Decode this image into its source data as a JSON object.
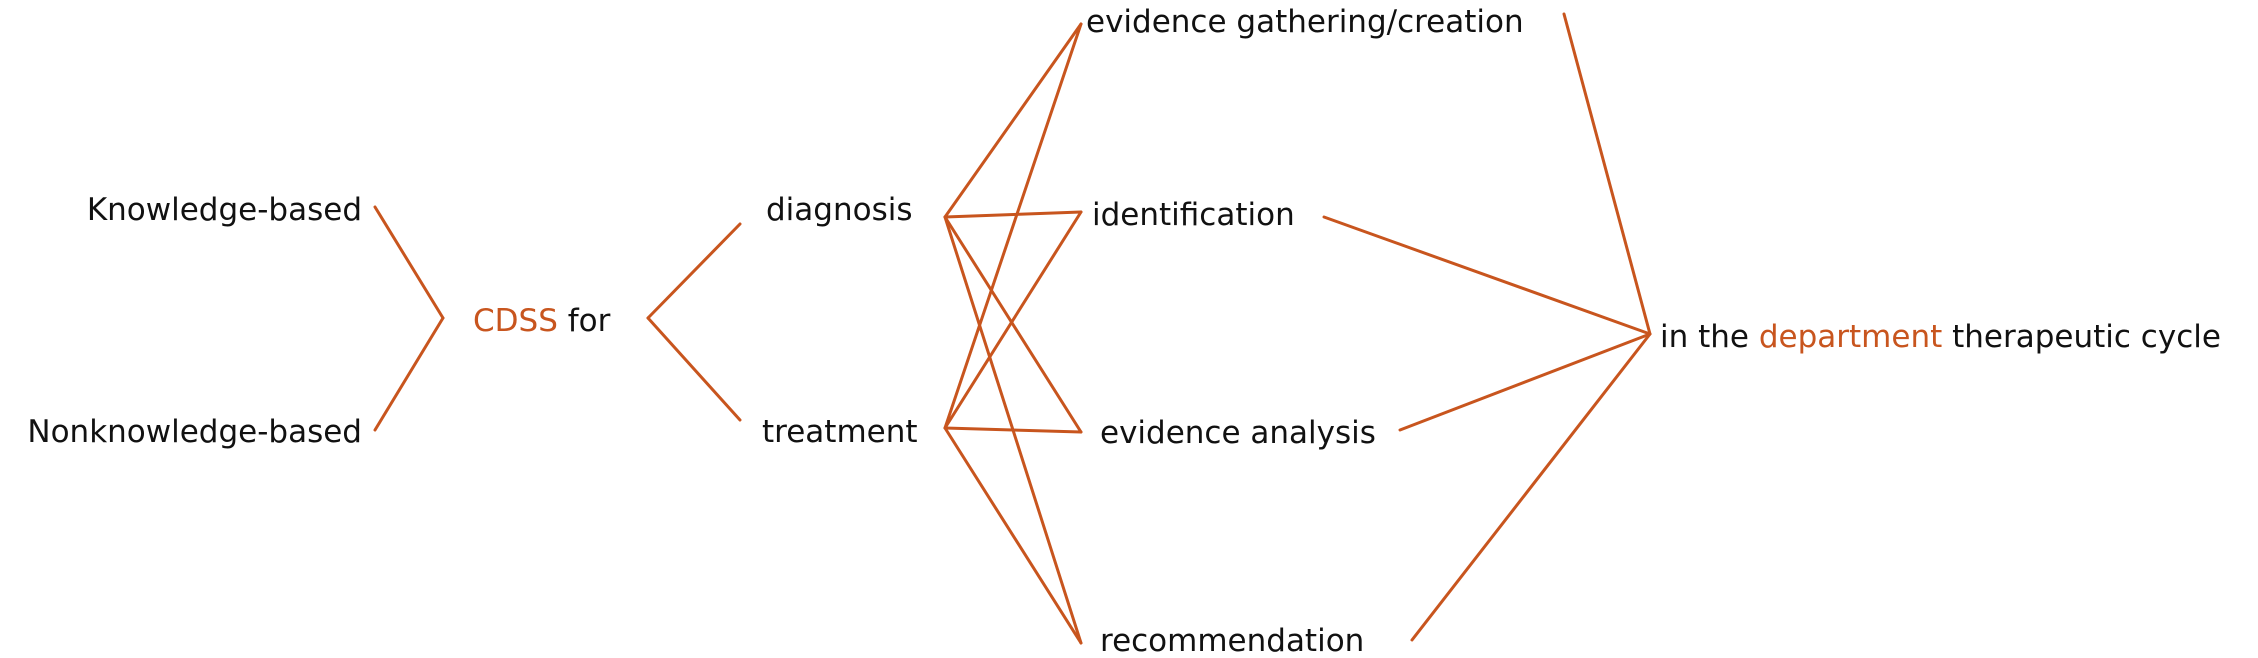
{
  "diagram": {
    "accent_color": "#c8551e",
    "text_color": "#111111",
    "sources": {
      "knowledge_based": "Knowledge-based",
      "nonknowledge_based": "Nonknowledge-based"
    },
    "center": {
      "accent_word": "CDSS",
      "suffix": "for"
    },
    "purposes": {
      "diagnosis": "diagnosis",
      "treatment": "treatment"
    },
    "steps": {
      "evidence_gathering": "evidence gathering/creation",
      "identification": "identification",
      "evidence_analysis": "evidence analysis",
      "recommendation": "recommendation"
    },
    "outcome": {
      "prefix": "in the",
      "accent_word": "department",
      "suffix": "therapeutic cycle"
    }
  }
}
